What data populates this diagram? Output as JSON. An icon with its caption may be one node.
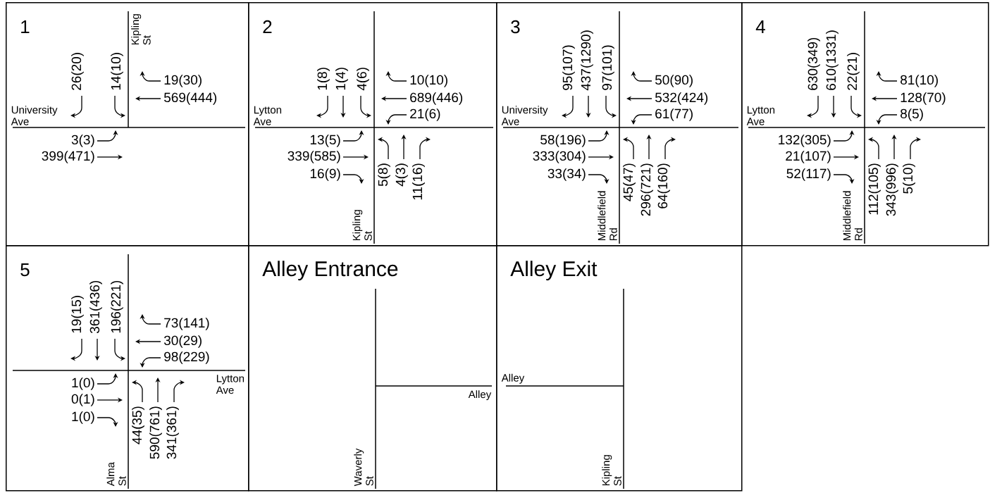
{
  "diagram": {
    "nodes": [
      {
        "text": [
          "1",
          "University Ave",
          "Kipling St",
          "26(20)",
          "14(10)",
          "19(30)",
          "569(444)",
          "3(3)",
          "399(471)"
        ]
      },
      {
        "text": [
          "2",
          "Lytton Ave",
          "Kipling St",
          "1(8)",
          "1(4)",
          "4(6)",
          "10(10)",
          "689(446)",
          "21(6)",
          "13(5)",
          "339(585)",
          "16(9)",
          "5(8)",
          "4(3)",
          "11(16)"
        ]
      },
      {
        "text": [
          "3",
          "University Ave",
          "Middlefield Rd",
          "95(107)",
          "437(1290)",
          "97(101)",
          "50(90)",
          "532(424)",
          "61(77)",
          "58(196)",
          "333(304)",
          "33(34)",
          "45(47)",
          "296(721)",
          "64(160)"
        ]
      },
      {
        "text": [
          "4",
          "Lytton Ave",
          "Middlefield Rd",
          "630(349)",
          "610(1331)",
          "22(21)",
          "81(10)",
          "128(70)",
          "8(5)",
          "132(305)",
          "21(107)",
          "52(117)",
          "112(105)",
          "343(996)",
          "5(10)"
        ]
      },
      {
        "text": [
          "5",
          "Lytton Ave",
          "Alma St",
          "19(15)",
          "361(436)",
          "196(221)",
          "73(141)",
          "30(29)",
          "98(229)",
          "1(0)",
          "0(1)",
          "1(0)",
          "44(35)",
          "590(761)",
          "341(361)"
        ]
      },
      {
        "text": [
          "Alley Entrance",
          "Alley",
          "Waverly St"
        ]
      },
      {
        "text": [
          "Alley Exit",
          "Alley",
          "Kipling St"
        ]
      }
    ]
  }
}
